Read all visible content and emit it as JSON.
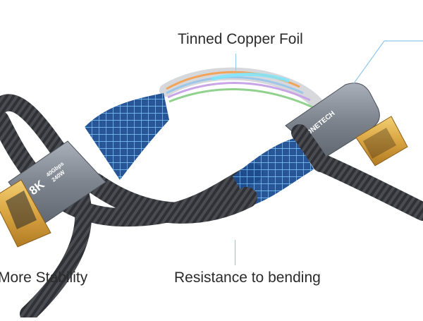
{
  "labels": {
    "top": "Tinned Copper Foil",
    "left": "More Stability",
    "bottom": "Resistance to bending"
  },
  "connector_left": {
    "line1": "8K",
    "line2": "40Gbps",
    "line3": "240W"
  },
  "connector_right": {
    "brand": "ZERONETECH"
  },
  "colors": {
    "accent_blue": "#1f8fd6",
    "braid": "#2e2f33",
    "housing": "#8a9099",
    "gold": "#d9a441"
  }
}
